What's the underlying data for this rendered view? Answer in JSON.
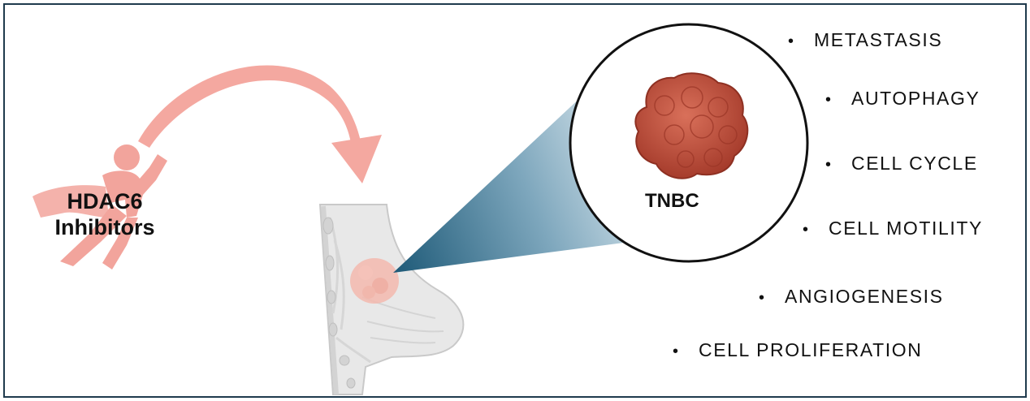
{
  "inhibitor": {
    "line1": "HDAC6",
    "line2": "Inhibitors"
  },
  "tumor_label": "TNBC",
  "effects": [
    "METASTASIS",
    "AUTOPHAGY",
    "CELL CYCLE",
    "CELL MOTILITY",
    "ANGIOGENESIS",
    "CELL PROLIFERATION"
  ],
  "bullet": "•",
  "colors": {
    "border": "#1f3a4d",
    "hero": "#f2a49c",
    "arrow": "#f4a8a0",
    "tumor": "#c0503d",
    "beam_dark": "#1e5a78",
    "beam_light": "#dde9ef"
  },
  "icons": [
    "superhero-icon",
    "curved-arrow-icon",
    "breast-anatomy-icon",
    "tumor-icon"
  ]
}
